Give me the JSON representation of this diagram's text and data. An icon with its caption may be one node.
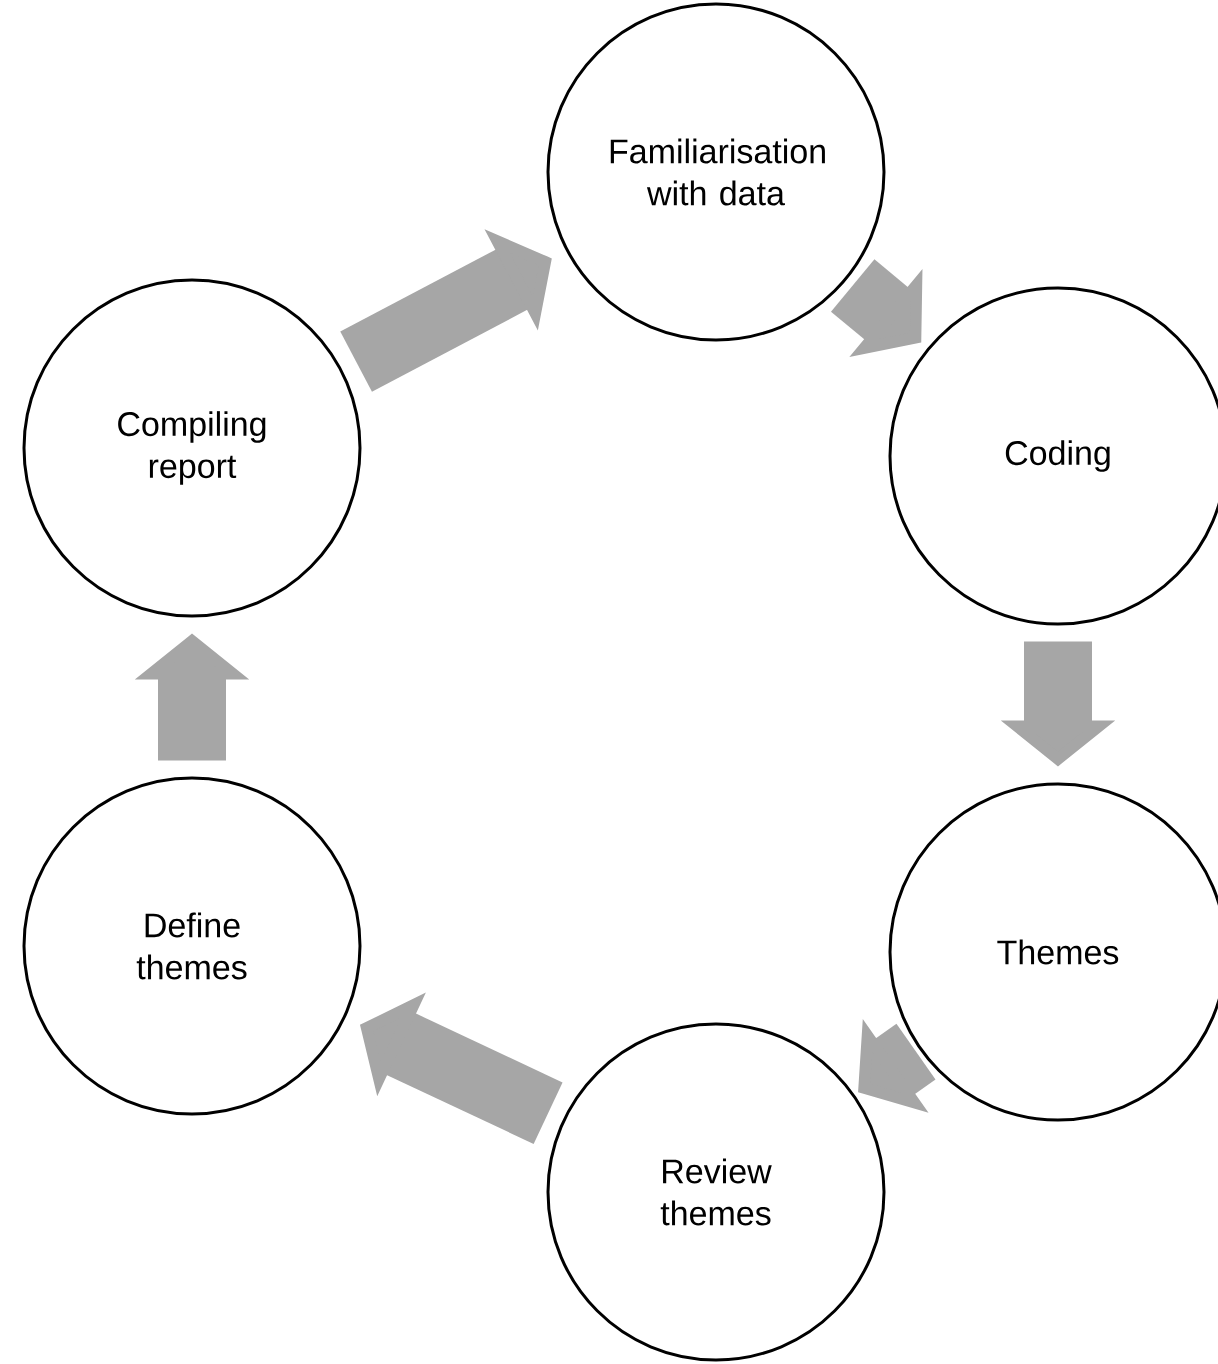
{
  "diagram": {
    "nodes": [
      {
        "text": [
          "Familiarisation with data"
        ]
      },
      {
        "text": [
          "Coding"
        ]
      },
      {
        "text": [
          "Themes"
        ]
      },
      {
        "text": [
          "Review themes"
        ]
      },
      {
        "text": [
          "Define themes"
        ]
      },
      {
        "text": [
          "Compiling report"
        ]
      }
    ],
    "edges": [
      {
        "from": 0,
        "to": 1,
        "arrow": "to"
      },
      {
        "from": 1,
        "to": 2,
        "arrow": "to"
      },
      {
        "from": 2,
        "to": 3,
        "arrow": "to"
      },
      {
        "from": 3,
        "to": 4,
        "arrow": "to"
      },
      {
        "from": 4,
        "to": 5,
        "arrow": "to"
      },
      {
        "from": 5,
        "to": 0,
        "arrow": "to"
      }
    ]
  }
}
